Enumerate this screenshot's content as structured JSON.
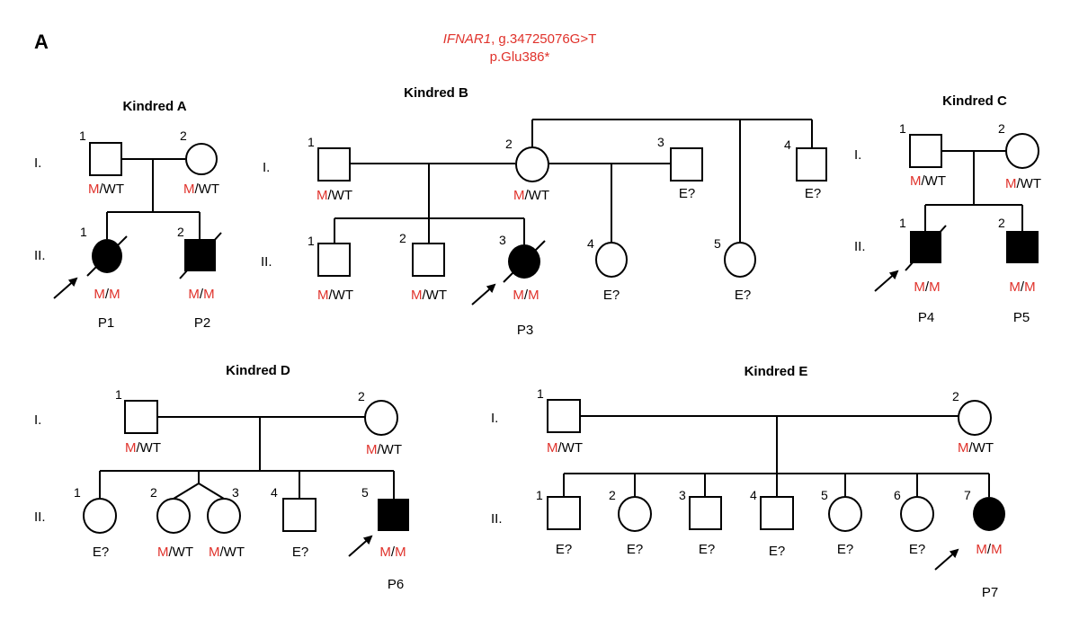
{
  "panel_label": "A",
  "mutation": {
    "gene": "IFNAR1",
    "variant": ", g.34725076G>T",
    "protein": "p.Glu386*"
  },
  "genotype": {
    "m": "M",
    "wt": "WT",
    "slash": "/",
    "unknown": "E?"
  },
  "generations": {
    "g1": "I.",
    "g2": "II."
  },
  "kindreds": {
    "A": {
      "title": "Kindred A",
      "members": {
        "I1": "1",
        "I2": "2",
        "II1": "1",
        "II2": "2"
      },
      "patients": {
        "II1": "P1",
        "II2": "P2"
      }
    },
    "B": {
      "title": "Kindred B",
      "members": {
        "I1": "1",
        "I2": "2",
        "I3": "3",
        "I4": "4",
        "II1": "1",
        "II2": "2",
        "II3": "3",
        "II4": "4",
        "II5": "5"
      },
      "patients": {
        "II3": "P3"
      }
    },
    "C": {
      "title": "Kindred C",
      "members": {
        "I1": "1",
        "I2": "2",
        "II1": "1",
        "II2": "2"
      },
      "patients": {
        "II1": "P4",
        "II2": "P5"
      }
    },
    "D": {
      "title": "Kindred D",
      "members": {
        "I1": "1",
        "I2": "2",
        "II1": "1",
        "II2": "2",
        "II3": "3",
        "II4": "4",
        "II5": "5"
      },
      "patients": {
        "II5": "P6"
      }
    },
    "E": {
      "title": "Kindred E",
      "members": {
        "I1": "1",
        "I2": "2",
        "II1": "1",
        "II2": "2",
        "II3": "3",
        "II4": "4",
        "II5": "5",
        "II6": "6",
        "II7": "7"
      },
      "patients": {
        "II7": "P7"
      }
    }
  },
  "colors": {
    "mutant": "#e0322b",
    "line": "#000000",
    "affected": "#000000"
  }
}
